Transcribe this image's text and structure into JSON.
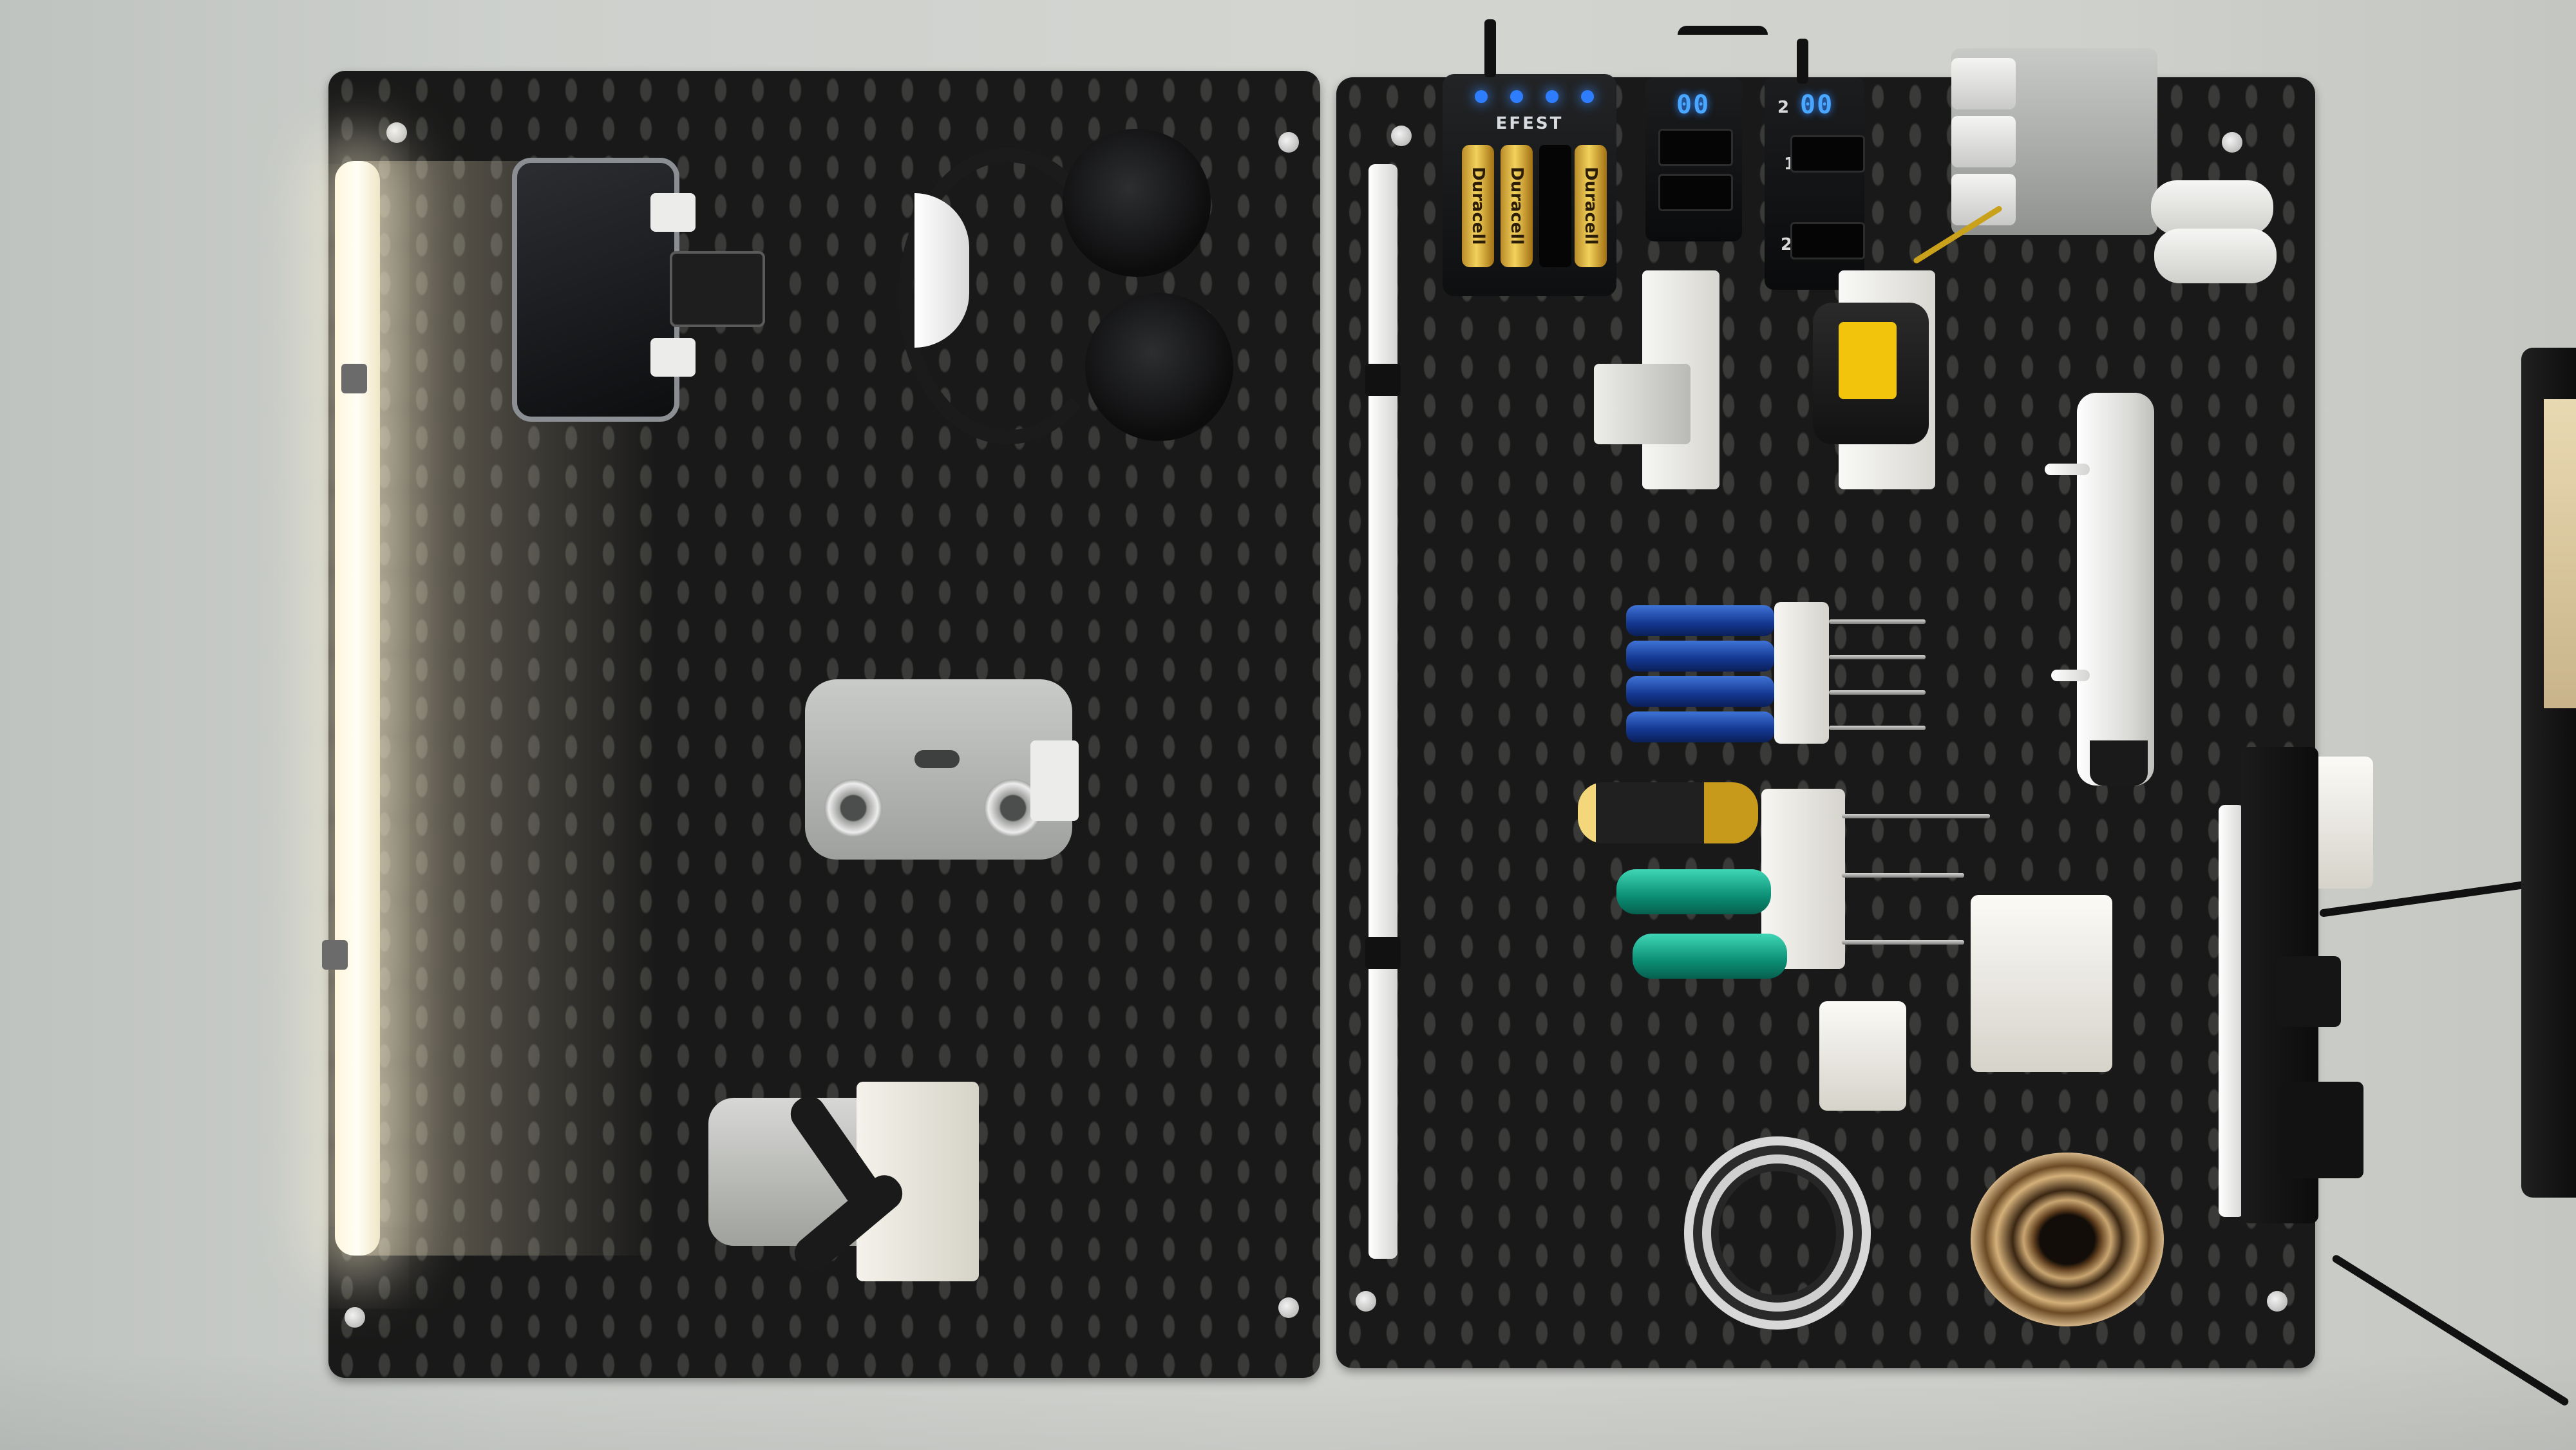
{
  "scene": {
    "brand_label": "EFEST",
    "battery_label": "Duracell",
    "display_left": "00",
    "display_right": "00",
    "slot_number_1": "1",
    "slot_number_2": "2",
    "slot_prefix": "2"
  },
  "colors": {
    "wall": "#cfd1cd",
    "pegboard": "#191919",
    "led_blue": "#2f7dff",
    "screwdriver_blue": "#1f4db8",
    "screwdriver_green": "#0fa888",
    "tape_yellow": "#f2c40c"
  }
}
